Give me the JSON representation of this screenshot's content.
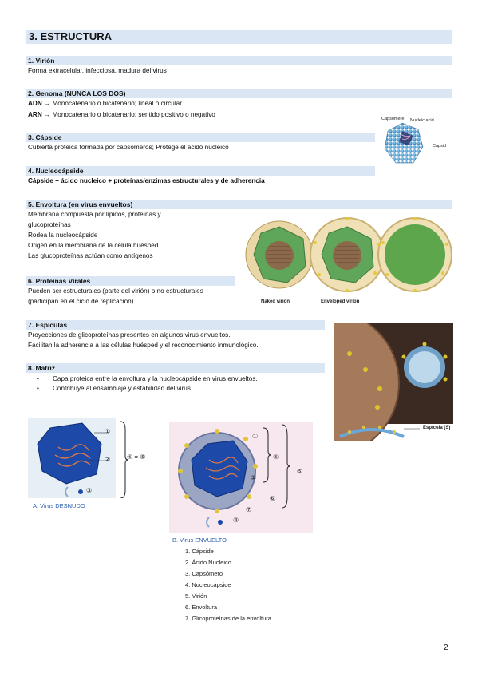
{
  "title": "3. ESTRUCTURA",
  "sections": {
    "s1": {
      "heading": "1. Virión",
      "lines": [
        "Forma extracelular, infecciosa, madura del virus"
      ]
    },
    "s2": {
      "heading": "2. Genoma (NUNCA LOS DOS)",
      "adn_label": "ADN",
      "adn_text": " → Monocatenario o bicatenario; lineal o circular",
      "arn_label": "ARN",
      "arn_text": " → Monocatenario o bicatenario; sentido positivo o negativo"
    },
    "s3": {
      "heading": "3. Cápside",
      "lines": [
        "Cubierta proteica formada por capsómeros; Protege el ácido nucleico"
      ]
    },
    "s4": {
      "heading": "4. Nucleocápside",
      "lines": [
        "Cápside + ácido nucleico + proteínas/enzimas estructurales y de adherencia"
      ]
    },
    "s5": {
      "heading": "5. Envoltura (en virus envueltos)",
      "lines": [
        "Membrana compuesta por lípidos, proteínas y",
        "glucoproteínas",
        "Rodea la nucleocápside",
        "Origen en la membrana de la célula huésped",
        "Las glucoproteínas actúan como antígenos"
      ]
    },
    "s6": {
      "heading": "6. Proteínas Virales",
      "lines": [
        "Pueden ser estructurales (parte del virión) o no estructurales",
        "(participan en el ciclo de replicación)."
      ]
    },
    "s7": {
      "heading": "7. Espículas",
      "lines": [
        "Proyecciones de glicoproteínas presentes en algunos virus envueltos.",
        "Facilitan la adherencia a las células huésped y el reconocimiento inmunológico."
      ]
    },
    "s8": {
      "heading": "8. Matriz",
      "bullets": [
        "Capa proteica entre la envoltura y la nucleocápside en virus envueltos.",
        "Contribuye al ensamblaje y estabilidad del virus."
      ]
    }
  },
  "figures": {
    "capsid": {
      "capsomere": "Capsomere",
      "nucleic": "Nucleic acid",
      "capsid": "Capsid"
    },
    "envelope": {
      "naked": "Naked virion",
      "enveloped": "Enveloped virion"
    },
    "spike": {
      "label": "Espícula (S)"
    },
    "virus_a": {
      "caption": "A.  Virus DESNUDO",
      "marks": [
        "①",
        "②",
        "③",
        "④ = ⑤"
      ]
    },
    "virus_b": {
      "caption": "B. Virus ENVUELTO",
      "marks": [
        "①",
        "②",
        "③",
        "④",
        "⑤",
        "⑥",
        "⑦"
      ]
    }
  },
  "legend": [
    "1. Cápside",
    "2. Ácido Nucleico",
    "3. Capsómero",
    "4. Nucleocápside",
    "5. Virión",
    "6. Envoltura",
    "7. Glicoproteínas de la envoltura"
  ],
  "page_number": "2",
  "colors": {
    "heading_bg": "#dbe6f4",
    "caption_blue": "#2b5fb0"
  }
}
